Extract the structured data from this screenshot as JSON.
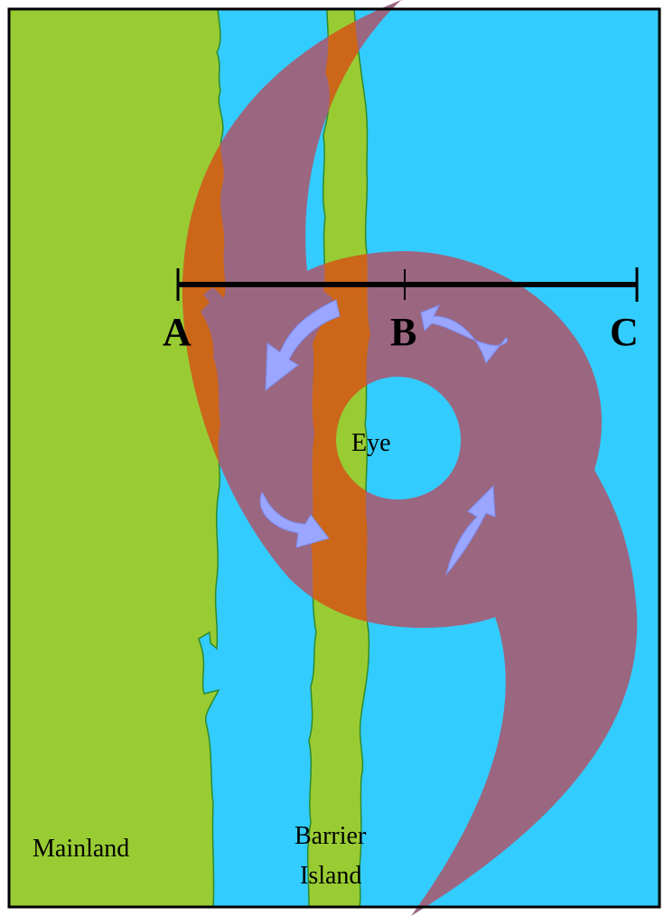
{
  "labels": {
    "point_a": "A",
    "point_b": "B",
    "point_c": "C",
    "eye": "Eye",
    "mainland": "Mainland",
    "barrier_island_line1": "Barrier",
    "barrier_island_line2": "Island"
  },
  "colors": {
    "water": "#33ccff",
    "land": "#99cc33",
    "land_outline": "#2e8b2e",
    "storm": "#9b6680",
    "storm_over_land": "#cc6619",
    "wind_arrow": "#9aa6ff",
    "wind_arrow_outline": "#7d8cf0",
    "transect": "#000000",
    "frame": "#000000"
  },
  "icons": {
    "wind_arrows": [
      "curved-arrow-icon",
      "curved-arrow-icon",
      "curved-arrow-icon",
      "curved-arrow-icon"
    ]
  }
}
